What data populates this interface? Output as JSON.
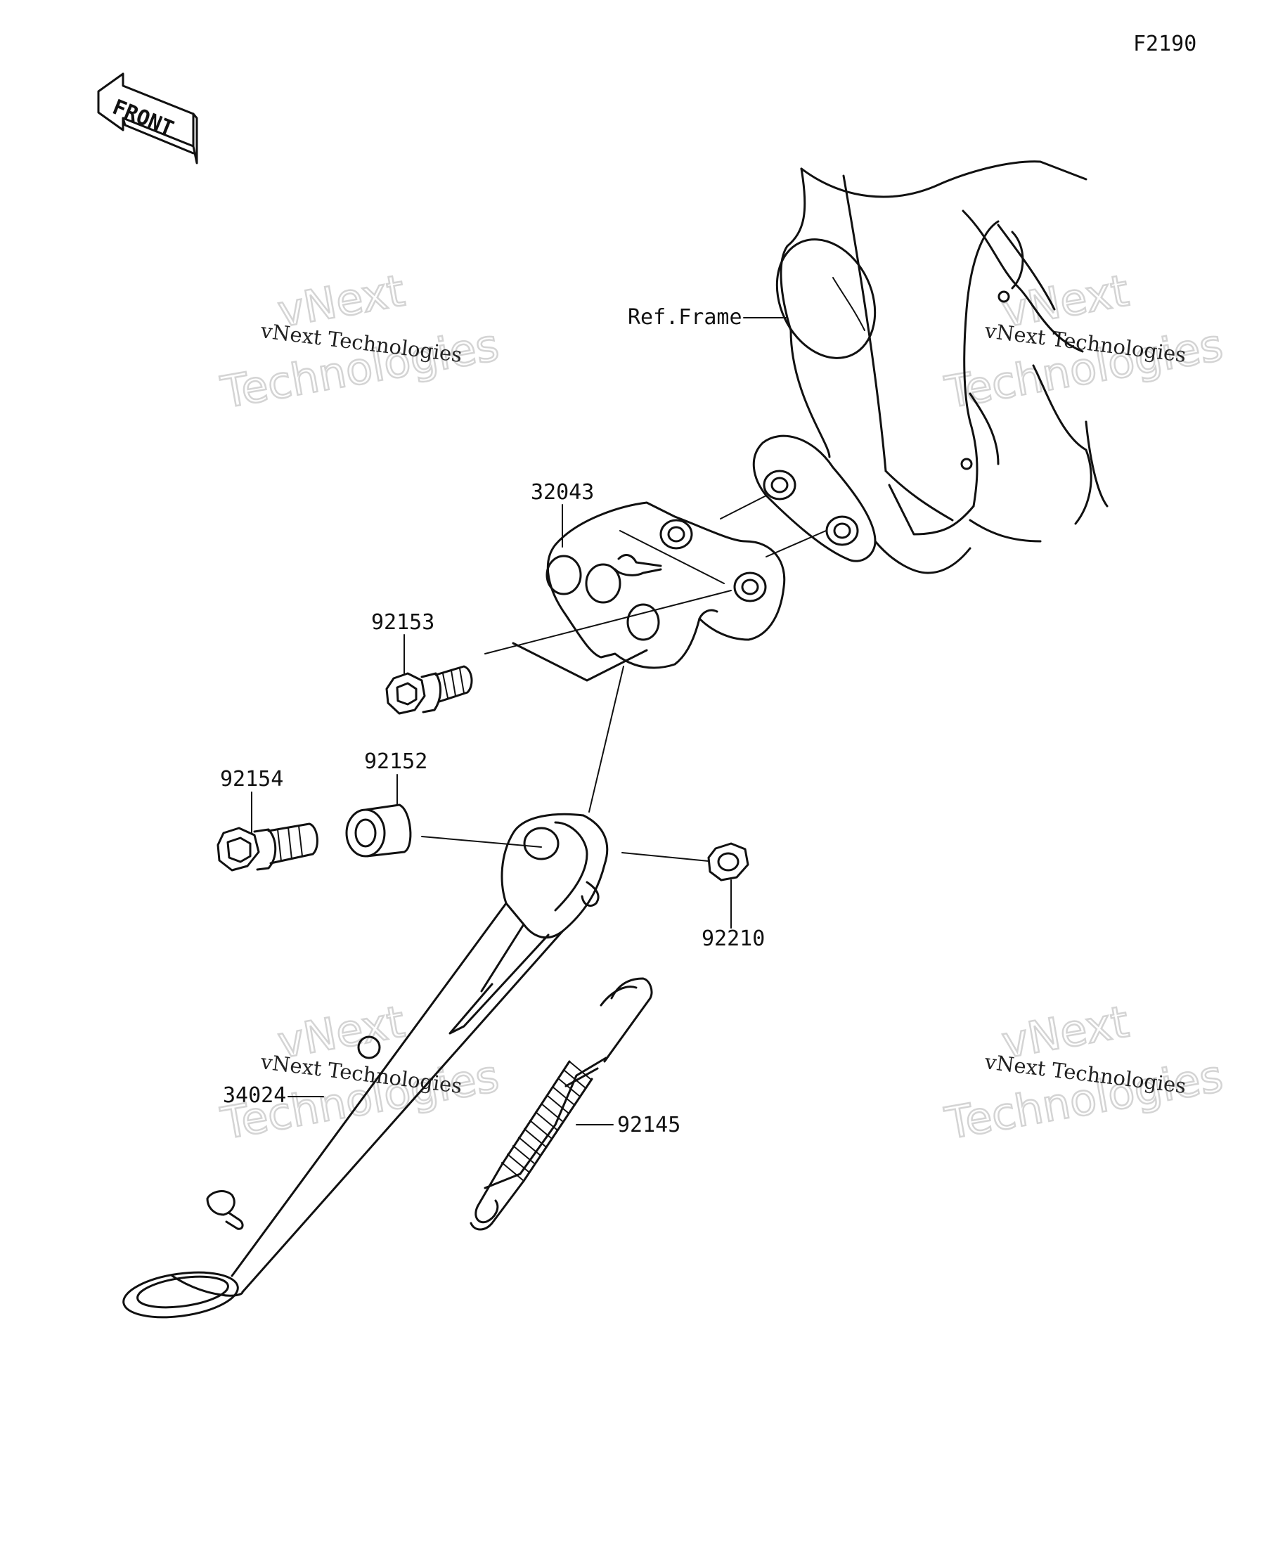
{
  "diagram_code": "F2190",
  "direction_label": "FRONT",
  "reference_label": "Ref.Frame",
  "parts": [
    {
      "number": "32043"
    },
    {
      "number": "92153"
    },
    {
      "number": "92154"
    },
    {
      "number": "92152"
    },
    {
      "number": "92210"
    },
    {
      "number": "34024"
    },
    {
      "number": "92145"
    }
  ],
  "watermark": {
    "line1": "vNext",
    "line2": "vNext Technologies",
    "line3": "Technologies"
  }
}
